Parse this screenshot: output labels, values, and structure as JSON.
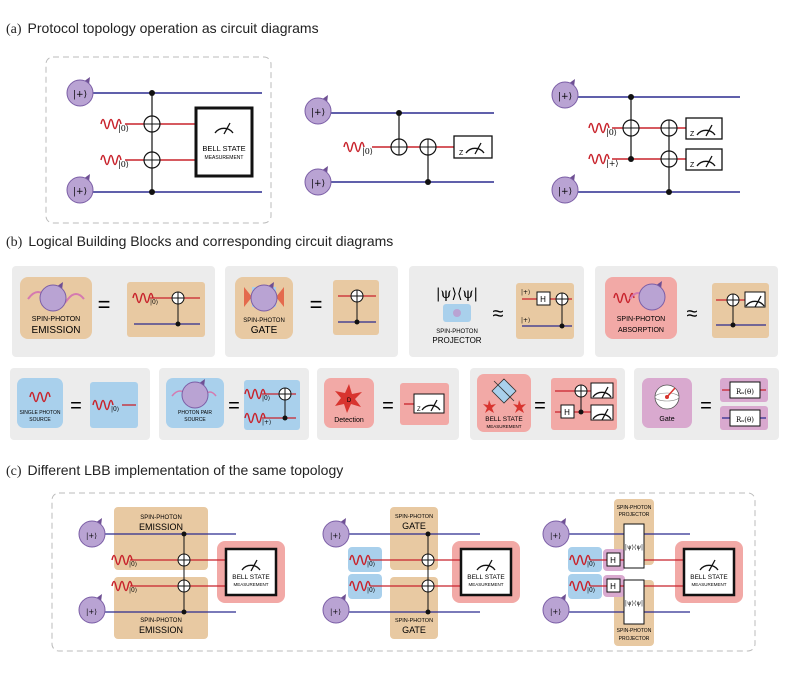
{
  "sections": {
    "a": {
      "tag": "(a)",
      "title": "Protocol topology operation as circuit diagrams"
    },
    "b": {
      "tag": "(b)",
      "title": "Logical Building Blocks and corresponding circuit diagrams"
    },
    "c": {
      "tag": "(c)",
      "title": "Different LBB implementation of the same topology"
    }
  },
  "kets": {
    "plus": "|+⟩",
    "zero": "|0⟩"
  },
  "labels": {
    "bell1": "BELL STATE",
    "bell2": "MEASUREMENT",
    "z": "Z",
    "h": "H",
    "eq": "=",
    "approx": "≈",
    "spin_photon": "SPIN-PHOTON",
    "emission": "EMISSION",
    "gate": "GATE",
    "projector": "PROJECTOR",
    "absorption": "ABSORPTION",
    "single_photon": "SINGLE PHOTON",
    "source": "SOURCE",
    "photon_pair": "PHOTON PAIR",
    "detection": "Detection",
    "gate_plain": "Gate",
    "proj_op": "|ψ⟩⟨ψ|",
    "rn": "Rₙ(θ)",
    "detect_sym": "D"
  },
  "colors": {
    "spin_line": "#2b2b8f",
    "photon_line": "#c8232c",
    "panel_bg": "#ececec",
    "orange": "#e8c9a2",
    "blue": "#a9d0ec",
    "red": "#f2a9a6",
    "pink": "#d9a9cf",
    "spin": "#a98ec2"
  }
}
